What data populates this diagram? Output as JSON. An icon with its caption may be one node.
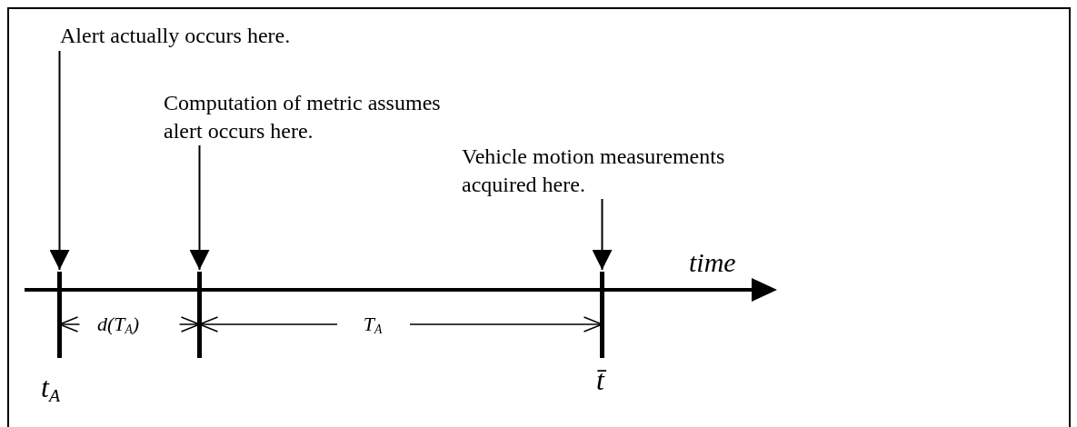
{
  "diagram": {
    "nodes": [
      {
        "text": [
          "Alert actually occurs here."
        ]
      },
      {
        "text": [
          "Computation of metric assumes alert occurs here."
        ]
      },
      {
        "text": [
          "Vehicle motion measurements acquired here."
        ]
      },
      {
        "text": [],
        "shape": "bar",
        "beside": [
          "t$_{A}$"
        ]
      },
      {
        "text": [],
        "shape": "bar"
      },
      {
        "text": [],
        "shape": "bar",
        "beside": [
          "t̄"
        ]
      }
    ],
    "edges": [
      {
        "from": 0,
        "to": 3,
        "arrow": "to"
      },
      {
        "from": 1,
        "to": 4,
        "arrow": "to"
      },
      {
        "from": 2,
        "to": 5,
        "arrow": "to"
      }
    ],
    "labels": [
      "time",
      "d(T$_{A}$)",
      "T$_{A}$"
    ]
  }
}
